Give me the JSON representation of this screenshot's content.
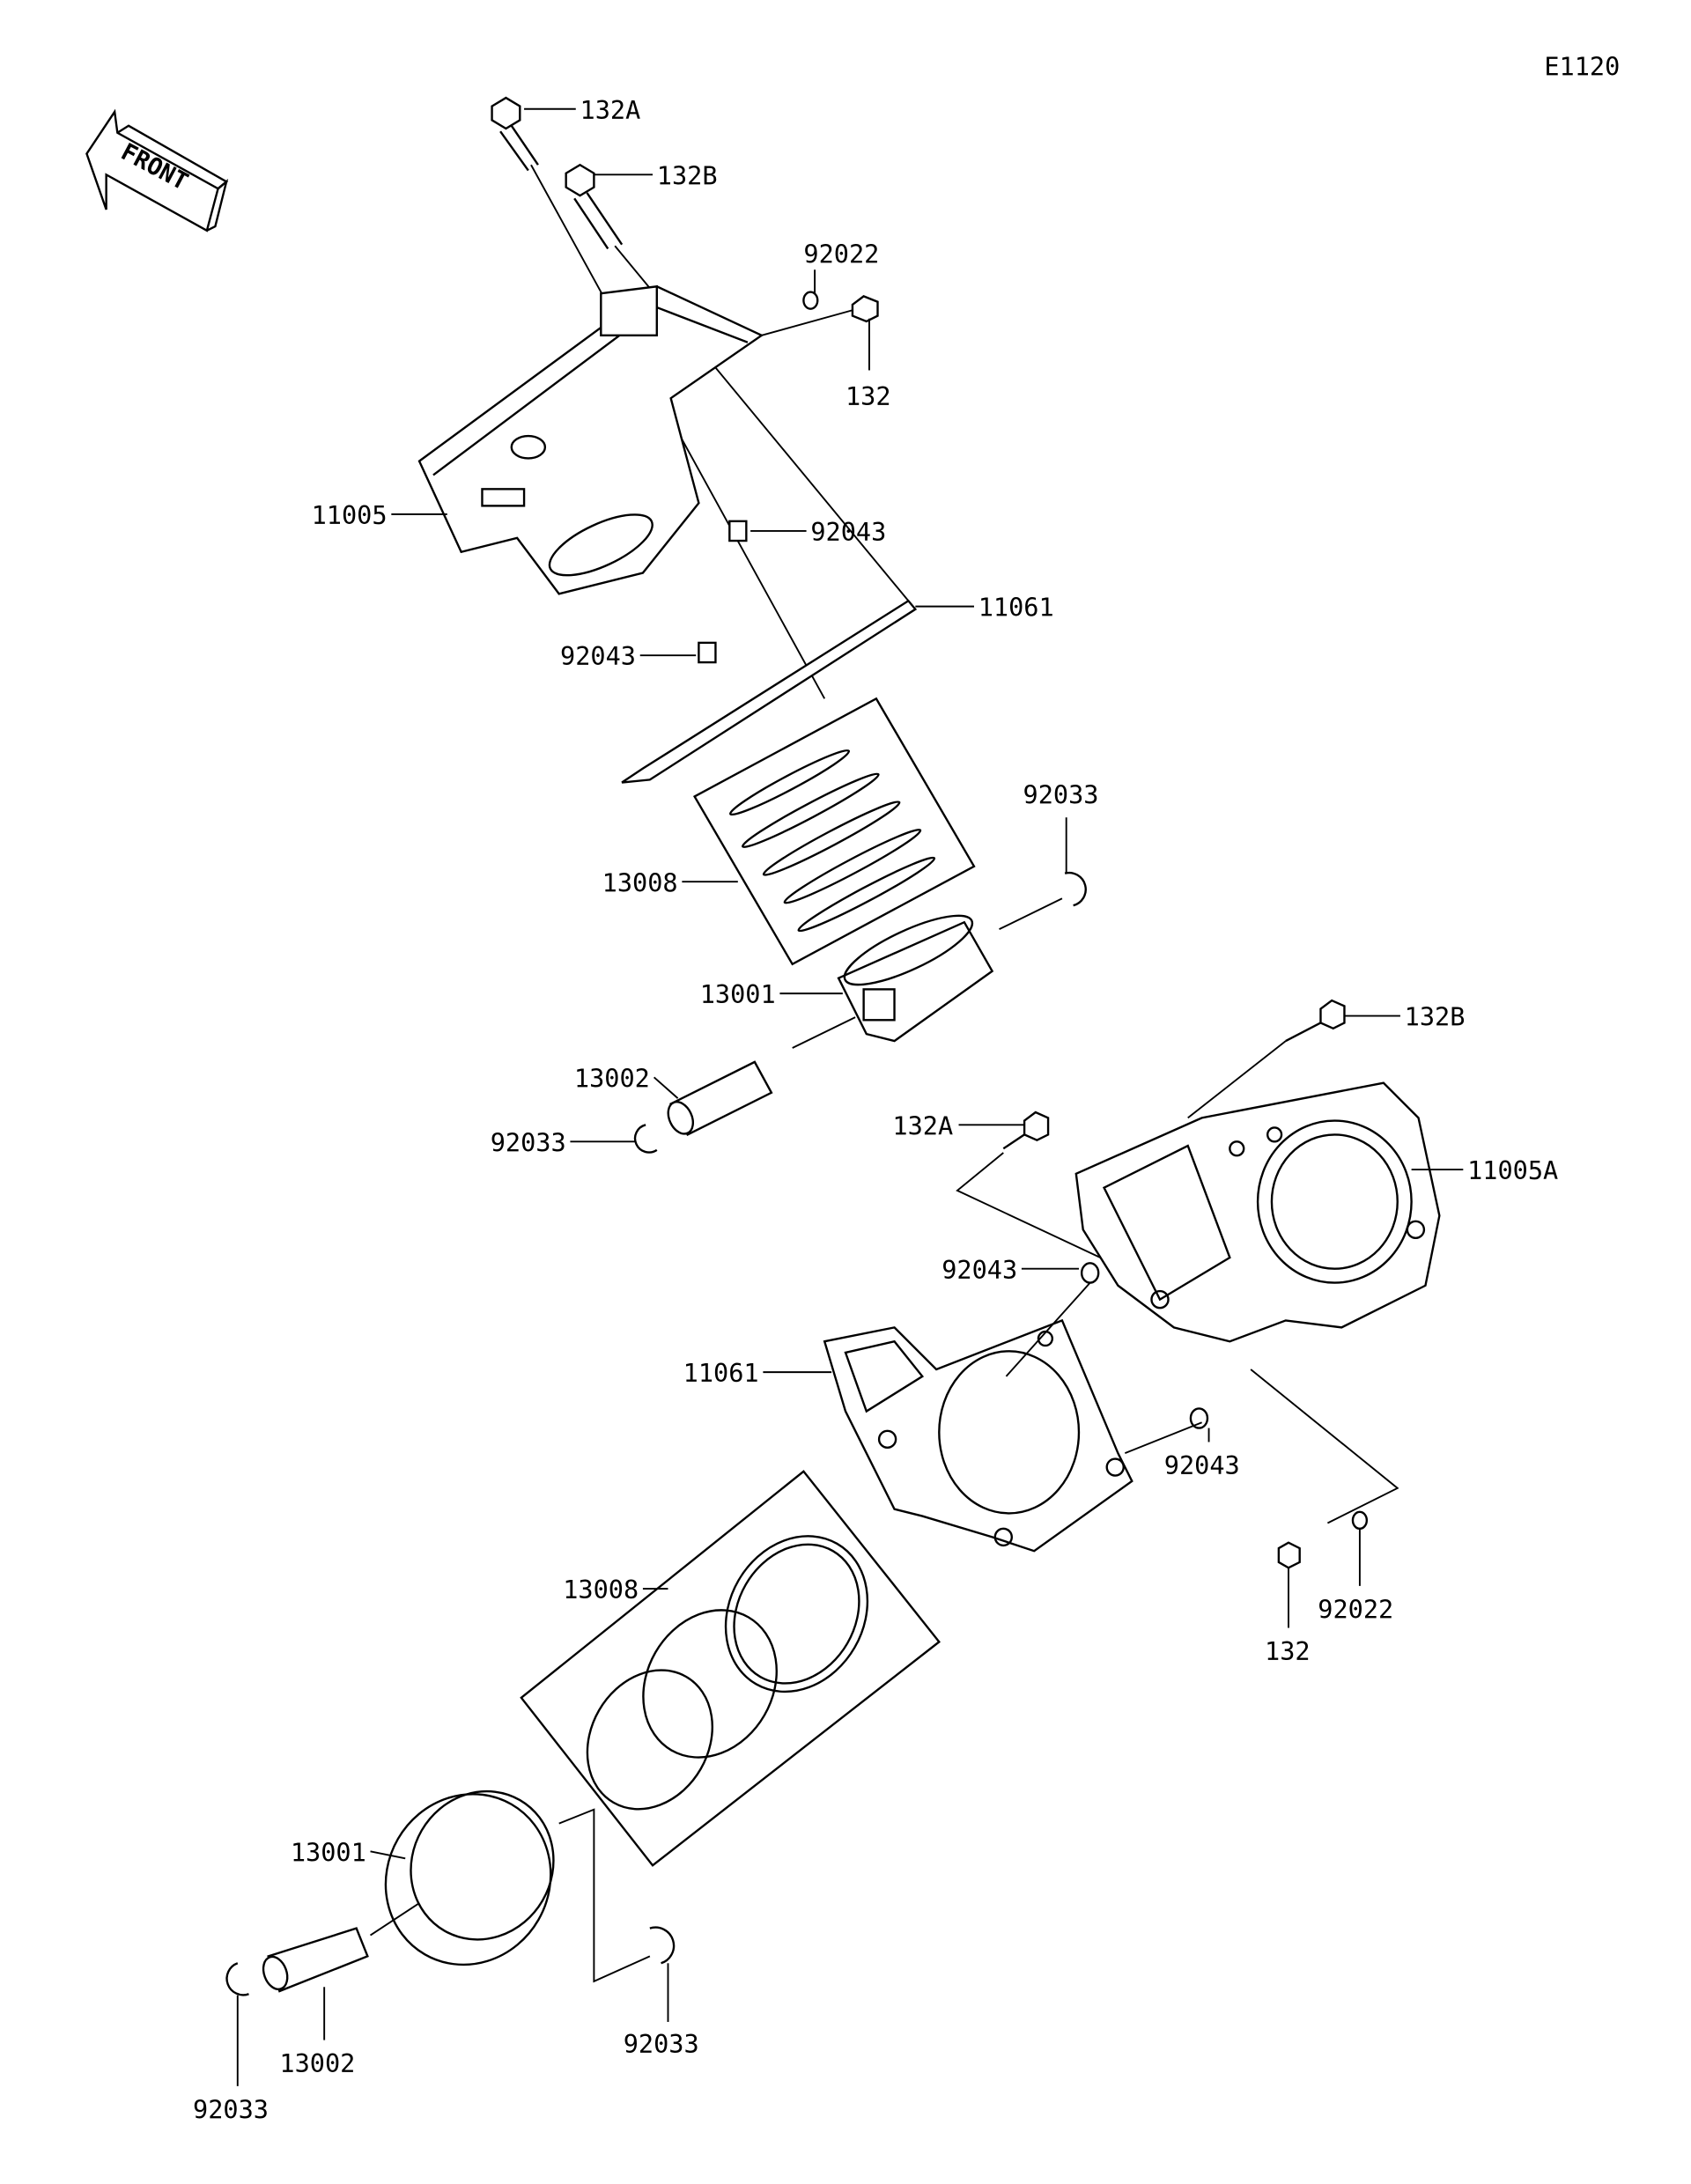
{
  "diagram_code": "E1120",
  "front_arrow": "FRONT",
  "top_assembly": {
    "bolt_a": "132A",
    "bolt_b": "132B",
    "washer": "92022",
    "bolt": "132",
    "cylinder": "11005",
    "dowel_upper": "92043",
    "gasket": "11061",
    "dowel_lower": "92043",
    "circlip_right": "92033",
    "ring_set": "13008",
    "piston": "13001",
    "piston_pin": "13002",
    "circlip_left": "92033"
  },
  "bottom_assembly": {
    "bolt_b": "132B",
    "bolt_a": "132A",
    "cylinder": "11005A",
    "dowel_left": "92043",
    "gasket": "11061",
    "dowel_right": "92043",
    "bolt": "132",
    "washer": "92022",
    "ring_set": "13008",
    "piston": "13001",
    "piston_pin": "13002",
    "circlip_right": "92033",
    "circlip_left": "92033"
  }
}
